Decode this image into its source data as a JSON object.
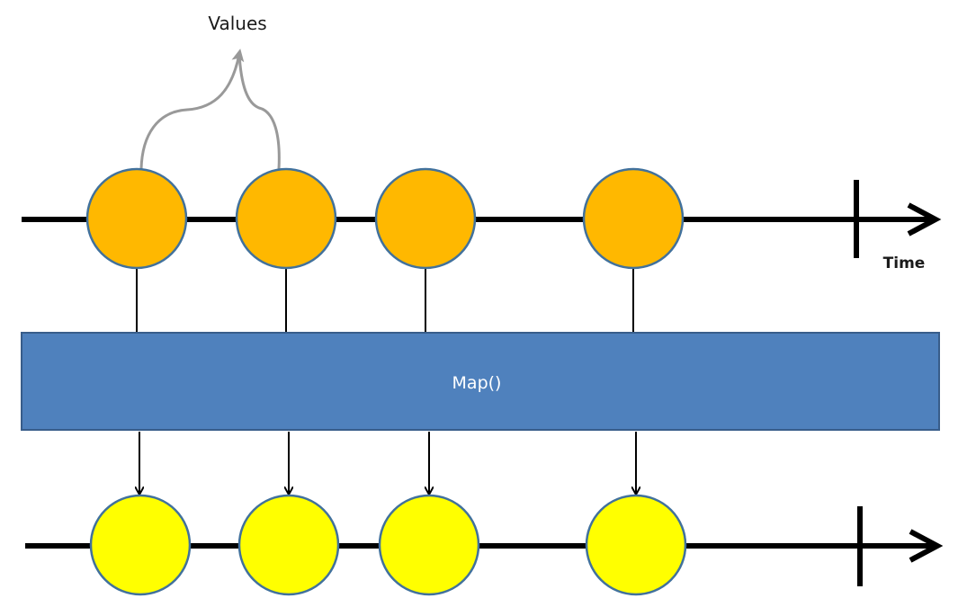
{
  "annotation": {
    "values_label": "Values",
    "time_label": "Time"
  },
  "operator": {
    "label": "Map()"
  },
  "colors": {
    "input_marble": "#FFB800",
    "output_marble": "#FFFF00",
    "marble_stroke": "#41719C",
    "operator_fill": "#4F81BD",
    "operator_stroke": "#385D8A",
    "line": "#000000",
    "annotation_arrow": "#999999",
    "operator_text": "#FFFFFF"
  },
  "input_stream": {
    "marble_count": 4
  },
  "output_stream": {
    "marble_count": 4
  }
}
